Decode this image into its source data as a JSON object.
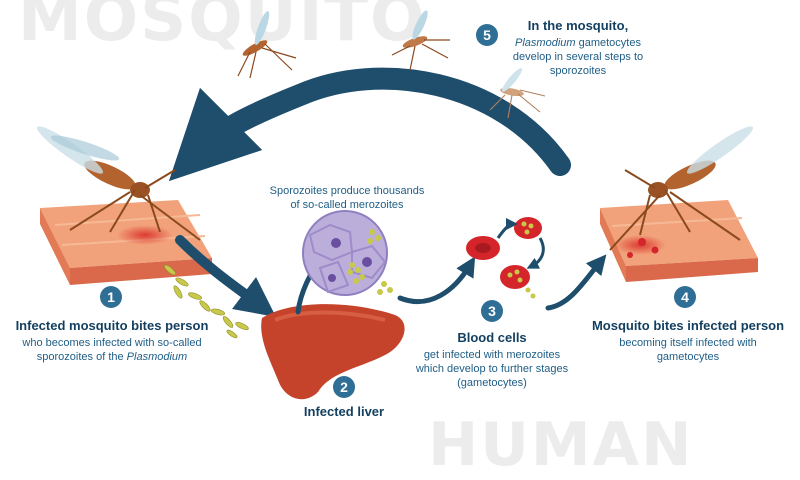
{
  "watermarks": {
    "top": "MOSQUITO",
    "bottom": "HUMAN"
  },
  "colors": {
    "arrow": "#1f4e6d",
    "badge": "#2f6e95",
    "title": "#123f5f",
    "text": "#1f5e86",
    "skin": "#f2a27a",
    "liver": "#c4432a",
    "blood_cell": "#d4252a",
    "parasite": "#c8c84a"
  },
  "steps": [
    {
      "number": "1",
      "title": "Infected mosquito bites person",
      "desc_lines": [
        "who becomes infected with so-called",
        "sporozoites of the "
      ],
      "desc_italic": "Plasmodium"
    },
    {
      "number": "2",
      "title": "Infected liver"
    },
    {
      "number": "3",
      "title": "Blood cells",
      "desc_lines": [
        "get infected with merozoites",
        "which develop to further stages",
        "(gametocytes)"
      ]
    },
    {
      "number": "4",
      "title": "Mosquito bites infected person",
      "desc_lines": [
        "becoming itself infected with",
        "gametocytes"
      ]
    },
    {
      "number": "5",
      "title": "In the mosquito,",
      "desc_italic": "Plasmodium",
      "desc_lines": [
        " gametocytes",
        "develop in several steps to",
        "sporozoites"
      ]
    }
  ],
  "liver_note": [
    "Sporozoites produce thousands",
    "of so-called merozoites"
  ]
}
